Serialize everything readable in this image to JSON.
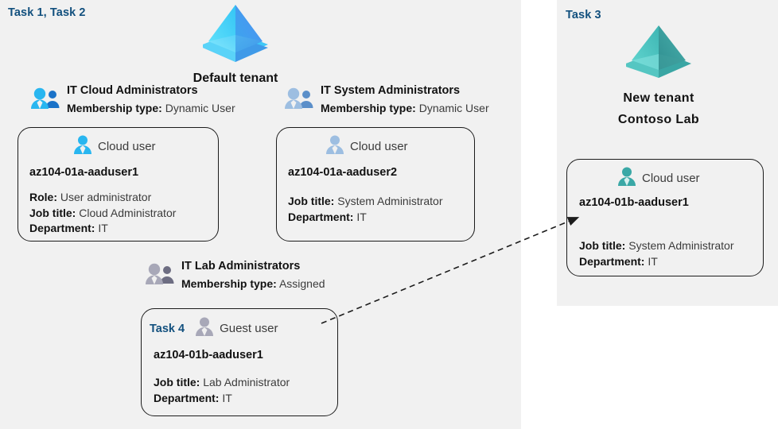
{
  "colors": {
    "panel_background": "#f1f1f1",
    "page_background": "#ffffff",
    "task_label": "#12507e",
    "card_border": "#1c1c1c",
    "body_text": "#3b3b3b",
    "heading_text": "#121212",
    "tenant_default_accent": "#36b5f5",
    "tenant_new_accent": "#46b4b4",
    "group_icon_active": "#29b6f0",
    "group_icon_muted": "#8fb3d9",
    "group_icon_gray": "#9a9aa8",
    "connector_line": "#1c1c1c"
  },
  "panels": {
    "left": {
      "task_label": "Task 1, Task 2"
    },
    "right": {
      "task_label": "Task 3"
    }
  },
  "tenants": [
    {
      "id": "default-tenant",
      "icon": "azure-tenant-icon",
      "caption_lines": [
        "Default tenant"
      ]
    },
    {
      "id": "new-tenant",
      "icon": "azure-tenant-icon",
      "caption_lines": [
        "New  tenant",
        "Contoso Lab"
      ]
    }
  ],
  "groups": [
    {
      "id": "it-cloud-administrators",
      "icon": "group-users-icon",
      "name": "IT Cloud Administrators",
      "membership_label": "Membership type:",
      "membership_value": "Dynamic User"
    },
    {
      "id": "it-system-administrators",
      "icon": "group-users-icon",
      "name": "IT System Administrators",
      "membership_label": "Membership type:",
      "membership_value": "Dynamic User"
    },
    {
      "id": "it-lab-administrators",
      "icon": "group-users-icon",
      "name": "IT Lab Administrators",
      "membership_label": "Membership type:",
      "membership_value": "Assigned"
    }
  ],
  "cards": [
    {
      "id": "az104-01a-aaduser1",
      "task_tag": "",
      "user_icon": "cloud-user-icon",
      "user_type": "Cloud user",
      "username": "az104-01a-aaduser1",
      "props": [
        {
          "label": "Role:",
          "value": "User administrator"
        },
        {
          "label": "Job title:",
          "value": "Cloud Administrator"
        },
        {
          "label": "Department:",
          "value": "IT"
        }
      ]
    },
    {
      "id": "az104-01a-aaduser2",
      "task_tag": "",
      "user_icon": "cloud-user-icon",
      "user_type": "Cloud user",
      "username": "az104-01a-aaduser2",
      "props": [
        {
          "label": "Job title:",
          "value": "System Administrator"
        },
        {
          "label": "Department:",
          "value": "IT"
        }
      ]
    },
    {
      "id": "az104-01b-aaduser1-guest",
      "task_tag": "Task 4",
      "user_icon": "guest-user-icon",
      "user_type": "Guest user",
      "username": "az104-01b-aaduser1",
      "props": [
        {
          "label": "Job title:",
          "value": "Lab Administrator"
        },
        {
          "label": "Department:",
          "value": "IT"
        }
      ]
    },
    {
      "id": "az104-01b-aaduser1",
      "task_tag": "",
      "user_icon": "cloud-user-icon",
      "user_type": "Cloud user",
      "username": "az104-01b-aaduser1",
      "props": [
        {
          "label": "Job title:",
          "value": "System Administrator"
        },
        {
          "label": "Department:",
          "value": "IT"
        }
      ]
    }
  ],
  "connector": {
    "id": "guest-to-new-tenant-user",
    "style": "dashed-arrow",
    "from": "az104-01b-aaduser1-guest",
    "to": "az104-01b-aaduser1"
  }
}
